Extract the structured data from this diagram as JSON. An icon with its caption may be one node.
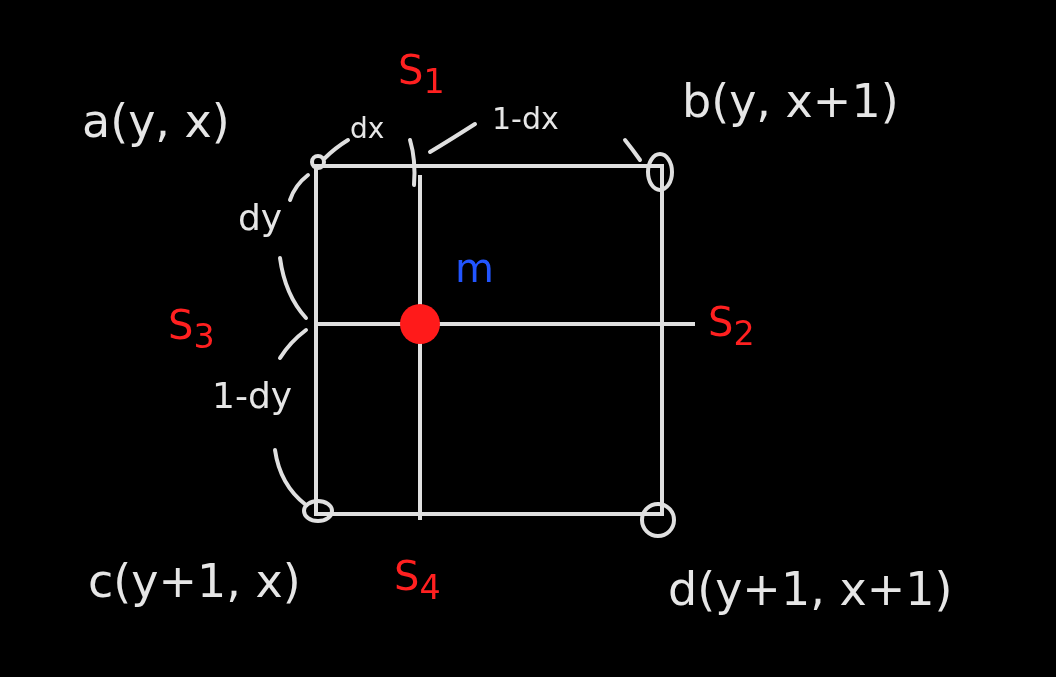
{
  "diagram": {
    "labels": [
      "S$_{1}$",
      "a(y, x)",
      "dx",
      "1-dx",
      "b(y, x+1)",
      "dy",
      "m",
      "S$_{3}$",
      "S$_{2}$",
      "1-dy",
      "c(y+1, x)",
      "S$_{4}$",
      "d(y+1, x+1)"
    ]
  }
}
